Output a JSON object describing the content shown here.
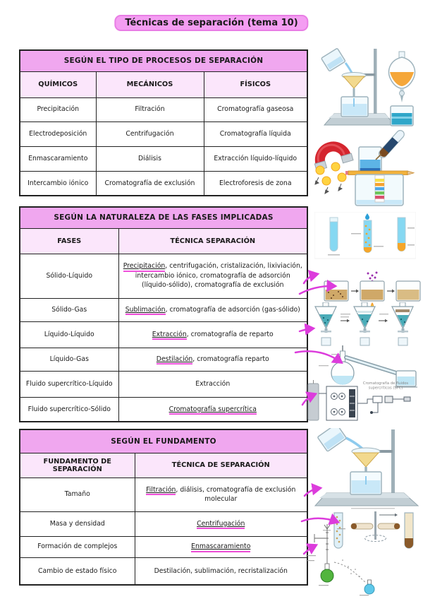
{
  "page": {
    "title": "Técnicas de separación (tema 10)"
  },
  "colors": {
    "title_highlight": "#f49df2",
    "table_header": "#f0a7ef",
    "table_subheader": "#fbe6fb",
    "marker_underline": "#ee4fd8",
    "annotation_arrow": "#dc3cdc",
    "table_border": "#222222"
  },
  "table1": {
    "title": "SEGÚN EL TIPO DE PROCESOS DE SEPARACIÓN",
    "columns": [
      "QUÍMICOS",
      "MECÁNICOS",
      "FÍSICOS"
    ],
    "rows": [
      [
        "Precipitación",
        "Filtración",
        "Cromatografía gaseosa"
      ],
      [
        "Electrodeposición",
        "Centrifugación",
        "Cromatografía líquida"
      ],
      [
        "Enmascaramiento",
        "Diálisis",
        "Extracción líquido-líquido"
      ],
      [
        "Intercambio iónico",
        "Cromatografía de exclusión",
        "Electroforesis de zona"
      ]
    ]
  },
  "table2": {
    "title": "SEGÚN LA NATURALEZA DE LAS FASES IMPLICADAS",
    "columns": [
      "FASES",
      "TÉCNICA SEPARACIÓN"
    ],
    "rows": [
      {
        "phase": "Sólido-Líquido",
        "highlight": "Precipitación",
        "rest": ", centrifugación, cristalización, lixiviación, intercambio iónico, cromatografía de adsorción (líquido-sólido), cromatografía de exclusión"
      },
      {
        "phase": "Sólido-Gas",
        "highlight": "Sublimación",
        "rest": ", cromatografía de adsorción (gas-sólido)"
      },
      {
        "phase": "Líquido-Líquido",
        "highlight": "Extracción",
        "rest": ", cromatografía de reparto"
      },
      {
        "phase": "Líquido-Gas",
        "highlight": "Destilación",
        "rest": ", cromatografía reparto"
      },
      {
        "phase": "Fluido supercrítico-Líquido",
        "highlight": "",
        "rest": "Extracción"
      },
      {
        "phase": "Fluido supercrítico-Sólido",
        "highlight": "Cromatografía supercrítica",
        "rest": ""
      }
    ]
  },
  "table3": {
    "title": "SEGÚN EL FUNDAMENTO",
    "columns": [
      "FUNDAMENTO DE SEPARACIÓN",
      "TÉCNICA DE SEPARACIÓN"
    ],
    "rows": [
      {
        "fundamento": "Tamaño",
        "highlight": "Filtración",
        "rest": ", diálisis, cromatografía de exclusión molecular"
      },
      {
        "fundamento": "Masa y densidad",
        "highlight": "Centrifugación",
        "rest": ""
      },
      {
        "fundamento": "Formación de complejos",
        "highlight": "Enmascaramiento",
        "rest": ""
      },
      {
        "fundamento": "Cambio de estado físico",
        "highlight": "",
        "rest": "Destilación, sublimación, recristalización"
      }
    ]
  },
  "figures": {
    "items": [
      "filtration-setup",
      "separatory-funnel",
      "magnet",
      "decantation-tube",
      "paper-chromatography",
      "precipitation-test-tubes",
      "sublimation-beakers",
      "liquid-liquid-extraction-funnels",
      "distillation-apparatus",
      "sfc-schematic",
      "filtration-setup-large",
      "centrifugation",
      "complexation-line-diagram"
    ],
    "sfc_caption_line1": "Cromatografía de fluidos",
    "sfc_caption_line2": "supercríticos (SFC)"
  }
}
